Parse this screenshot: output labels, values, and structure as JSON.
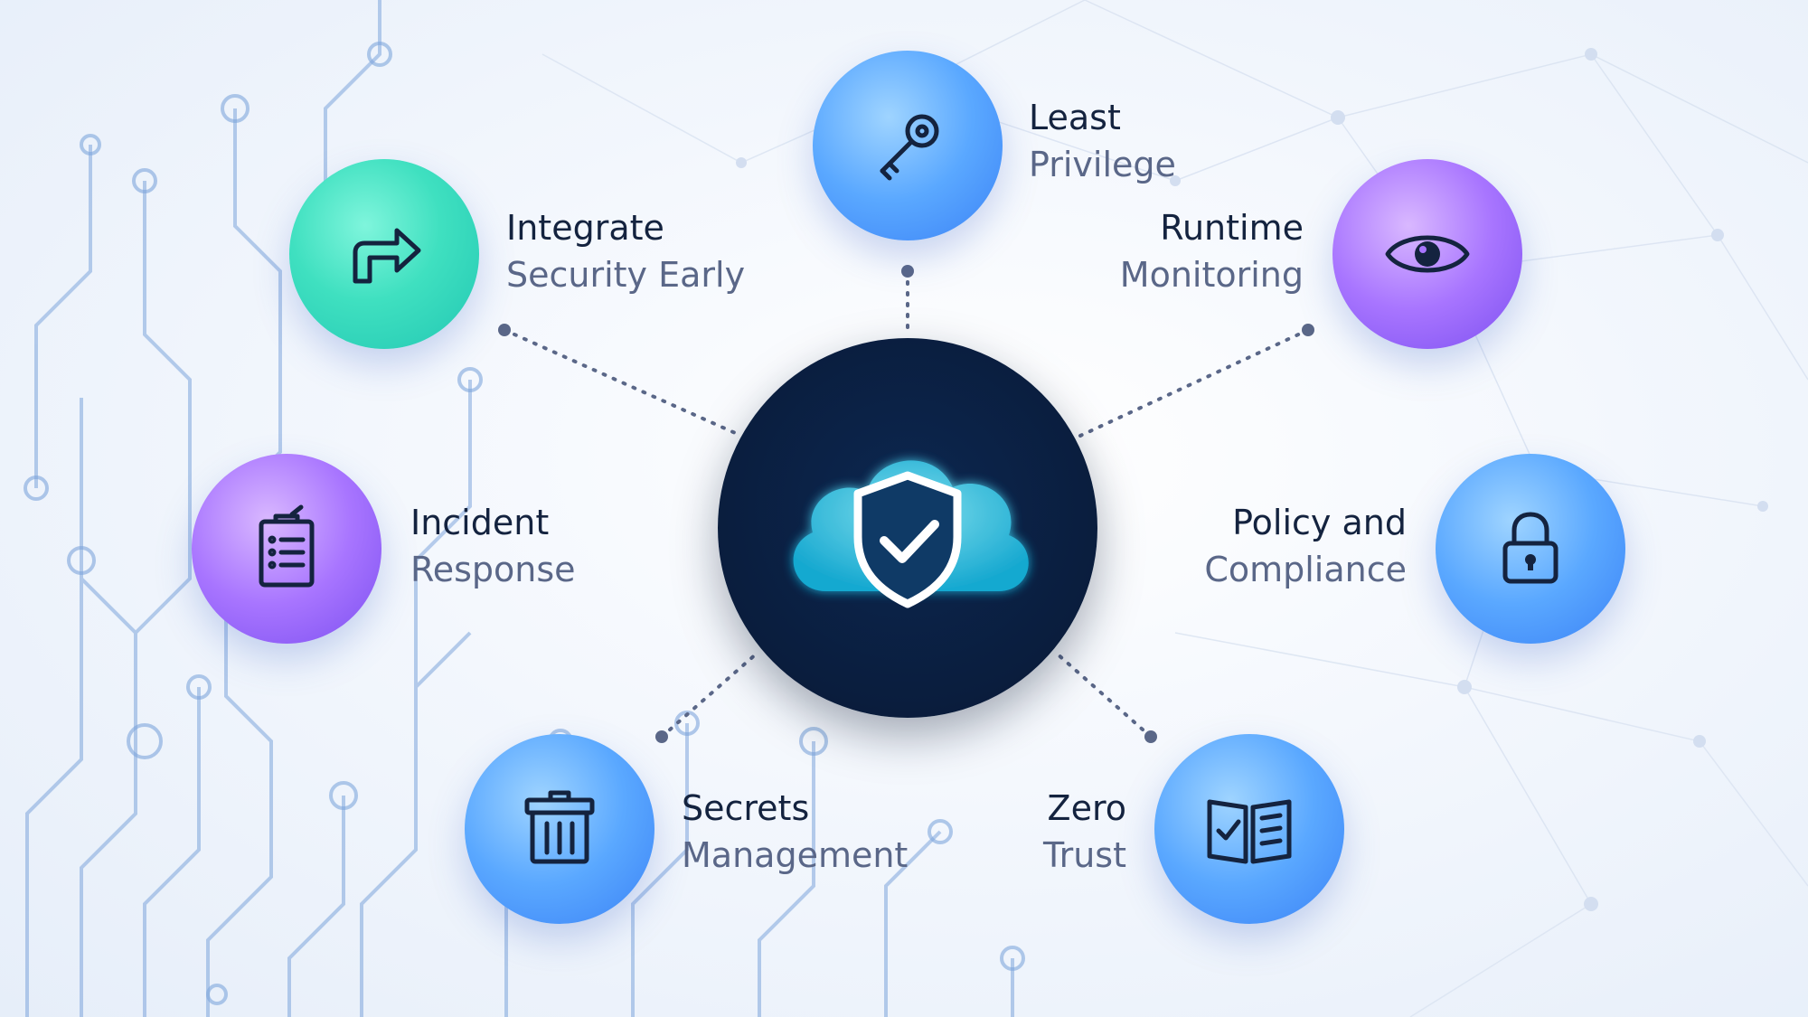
{
  "center": {
    "icon": "cloud-shield-check-icon"
  },
  "nodes": [
    {
      "id": "least-privilege",
      "line1": "Least",
      "line2": "Privilege",
      "icon": "key-icon",
      "color": "blue"
    },
    {
      "id": "integrate-security-early",
      "line1": "Integrate",
      "line2": "Security Early",
      "icon": "forward-arrow-icon",
      "color": "teal"
    },
    {
      "id": "runtime-monitoring",
      "line1": "Runtime",
      "line2": "Monitoring",
      "icon": "eye-icon",
      "color": "purple"
    },
    {
      "id": "incident-response",
      "line1": "Incident",
      "line2": "Response",
      "icon": "clipboard-checklist-icon",
      "color": "purple"
    },
    {
      "id": "policy-and-compliance",
      "line1": "Policy and",
      "line2": "Compliance",
      "icon": "padlock-icon",
      "color": "blue"
    },
    {
      "id": "secrets-management",
      "line1": "Secrets",
      "line2": "Management",
      "icon": "vault-box-icon",
      "color": "blue"
    },
    {
      "id": "zero-trust",
      "line1": "Zero",
      "line2": "Trust",
      "icon": "open-book-check-icon",
      "color": "blue"
    }
  ],
  "colors": {
    "icon_stroke": "#14233f",
    "center_glow": "#39e6ff",
    "connector": "#5a6788"
  }
}
